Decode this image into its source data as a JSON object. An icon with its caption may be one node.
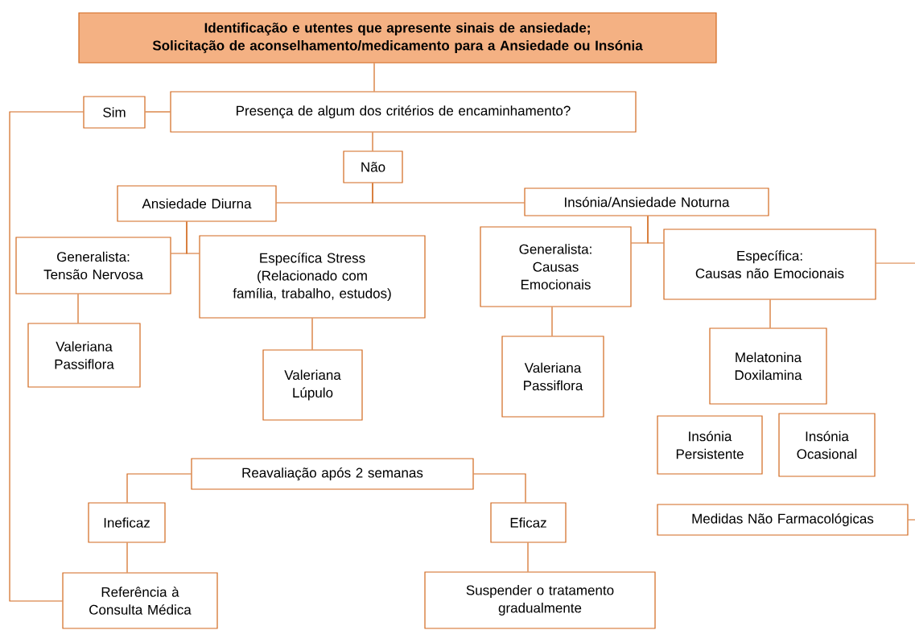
{
  "diagram": {
    "nodes": [
      {
        "text": [
          "Identificação e utentes que apresente sinais de ansiedade;",
          "Solicitação de aconselhamento/medicamento para a Ansiedade ou Insónia"
        ]
      },
      {
        "text": [
          "Presença de algum dos critérios de encaminhamento?"
        ]
      },
      {
        "text": [
          "Sim"
        ]
      },
      {
        "text": [
          "Não"
        ]
      },
      {
        "text": [
          "Ansiedade Diurna"
        ]
      },
      {
        "text": [
          "Insónia/Ansiedade Noturna"
        ]
      },
      {
        "text": [
          "Generalista:",
          "Tensão Nervosa"
        ]
      },
      {
        "text": [
          "Específica Stress",
          "(Relacionado com família, trabalho, estudos)"
        ]
      },
      {
        "text": [
          "Generalista:",
          "Causas Emocionais"
        ]
      },
      {
        "text": [
          "Específica:",
          "Causas não Emocionais"
        ]
      },
      {
        "text": [
          "Valeriana",
          "Passiflora"
        ]
      },
      {
        "text": [
          "Valeriana",
          "Lúpulo"
        ]
      },
      {
        "text": [
          "Valeriana",
          "Passiflora"
        ]
      },
      {
        "text": [
          "Melatonina",
          "Doxilamina"
        ]
      },
      {
        "text": [
          "Insónia Persistente"
        ]
      },
      {
        "text": [
          "Insónia Ocasional"
        ]
      },
      {
        "text": [
          "Reavaliação após 2 semanas"
        ]
      },
      {
        "text": [
          "Ineficaz"
        ]
      },
      {
        "text": [
          "Eficaz"
        ]
      },
      {
        "text": [
          "Referência à Consulta Médica"
        ]
      },
      {
        "text": [
          "Medidas Não Farmacológicas"
        ]
      },
      {
        "text": [
          "Suspender o tratamento gradualmente"
        ]
      }
    ],
    "edges": [
      {
        "from": 0,
        "to": 1,
        "arrow": "none"
      },
      {
        "from": 1,
        "to": 2,
        "arrow": "none"
      },
      {
        "from": 2,
        "to": 19,
        "arrow": "none"
      },
      {
        "from": 1,
        "to": 3,
        "arrow": "none"
      },
      {
        "from": 3,
        "to": 4,
        "arrow": "none"
      },
      {
        "from": 3,
        "to": 5,
        "arrow": "none"
      },
      {
        "from": 4,
        "to": 6,
        "arrow": "none"
      },
      {
        "from": 4,
        "to": 7,
        "arrow": "none"
      },
      {
        "from": 5,
        "to": 8,
        "arrow": "none"
      },
      {
        "from": 5,
        "to": 9,
        "arrow": "none"
      },
      {
        "from": 6,
        "to": 10,
        "arrow": "none"
      },
      {
        "from": 7,
        "to": 11,
        "arrow": "none"
      },
      {
        "from": 8,
        "to": 12,
        "arrow": "none"
      },
      {
        "from": 9,
        "to": 13,
        "arrow": "none"
      },
      {
        "from": 9,
        "to": null,
        "arrow": "none"
      },
      {
        "from": 20,
        "to": null,
        "arrow": "none"
      },
      {
        "from": 16,
        "to": 17,
        "arrow": "none"
      },
      {
        "from": 16,
        "to": 18,
        "arrow": "none"
      },
      {
        "from": 17,
        "to": 19,
        "arrow": "none"
      },
      {
        "from": 18,
        "to": 21,
        "arrow": "none"
      }
    ]
  }
}
